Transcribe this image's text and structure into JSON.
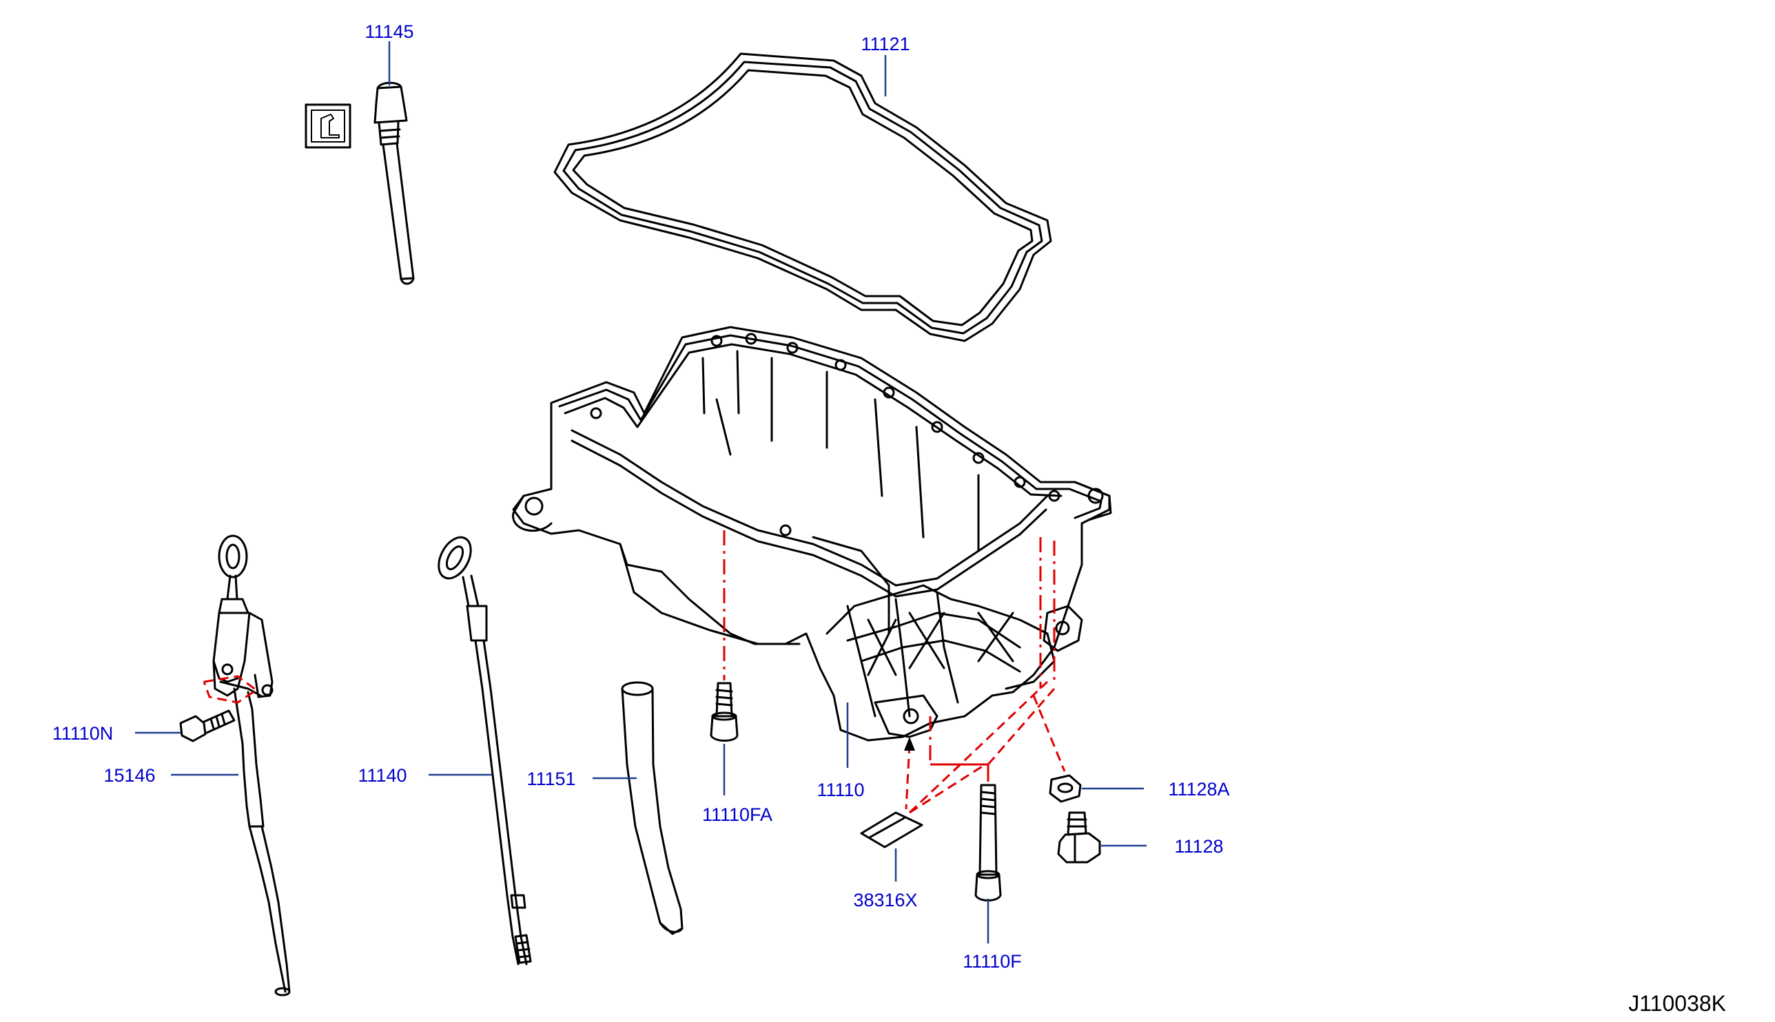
{
  "diagram_id": "J110038K",
  "colors": {
    "label": "#0000cc",
    "leader": "#1f3f8f",
    "guide": "#e00000",
    "ink": "#000000"
  },
  "parts": [
    {
      "key": "p11145",
      "label": "11145",
      "name": "oil level gauge plug"
    },
    {
      "key": "p11121",
      "label": "11121",
      "name": "oil pan gasket"
    },
    {
      "key": "p11110N",
      "label": "11110N",
      "name": "bolt"
    },
    {
      "key": "p15146",
      "label": "15146",
      "name": "oil level gauge guide"
    },
    {
      "key": "p11140",
      "label": "11140",
      "name": "oil level gauge"
    },
    {
      "key": "p11151",
      "label": "11151",
      "name": "hose"
    },
    {
      "key": "p11110FA",
      "label": "11110FA",
      "name": "bolt"
    },
    {
      "key": "p11110",
      "label": "11110",
      "name": "oil pan"
    },
    {
      "key": "p11128A",
      "label": "11128A",
      "name": "washer"
    },
    {
      "key": "p11128",
      "label": "11128",
      "name": "drain plug"
    },
    {
      "key": "p38316X",
      "label": "38316X",
      "name": "seal"
    },
    {
      "key": "p11110F",
      "label": "11110F",
      "name": "bolt"
    }
  ]
}
